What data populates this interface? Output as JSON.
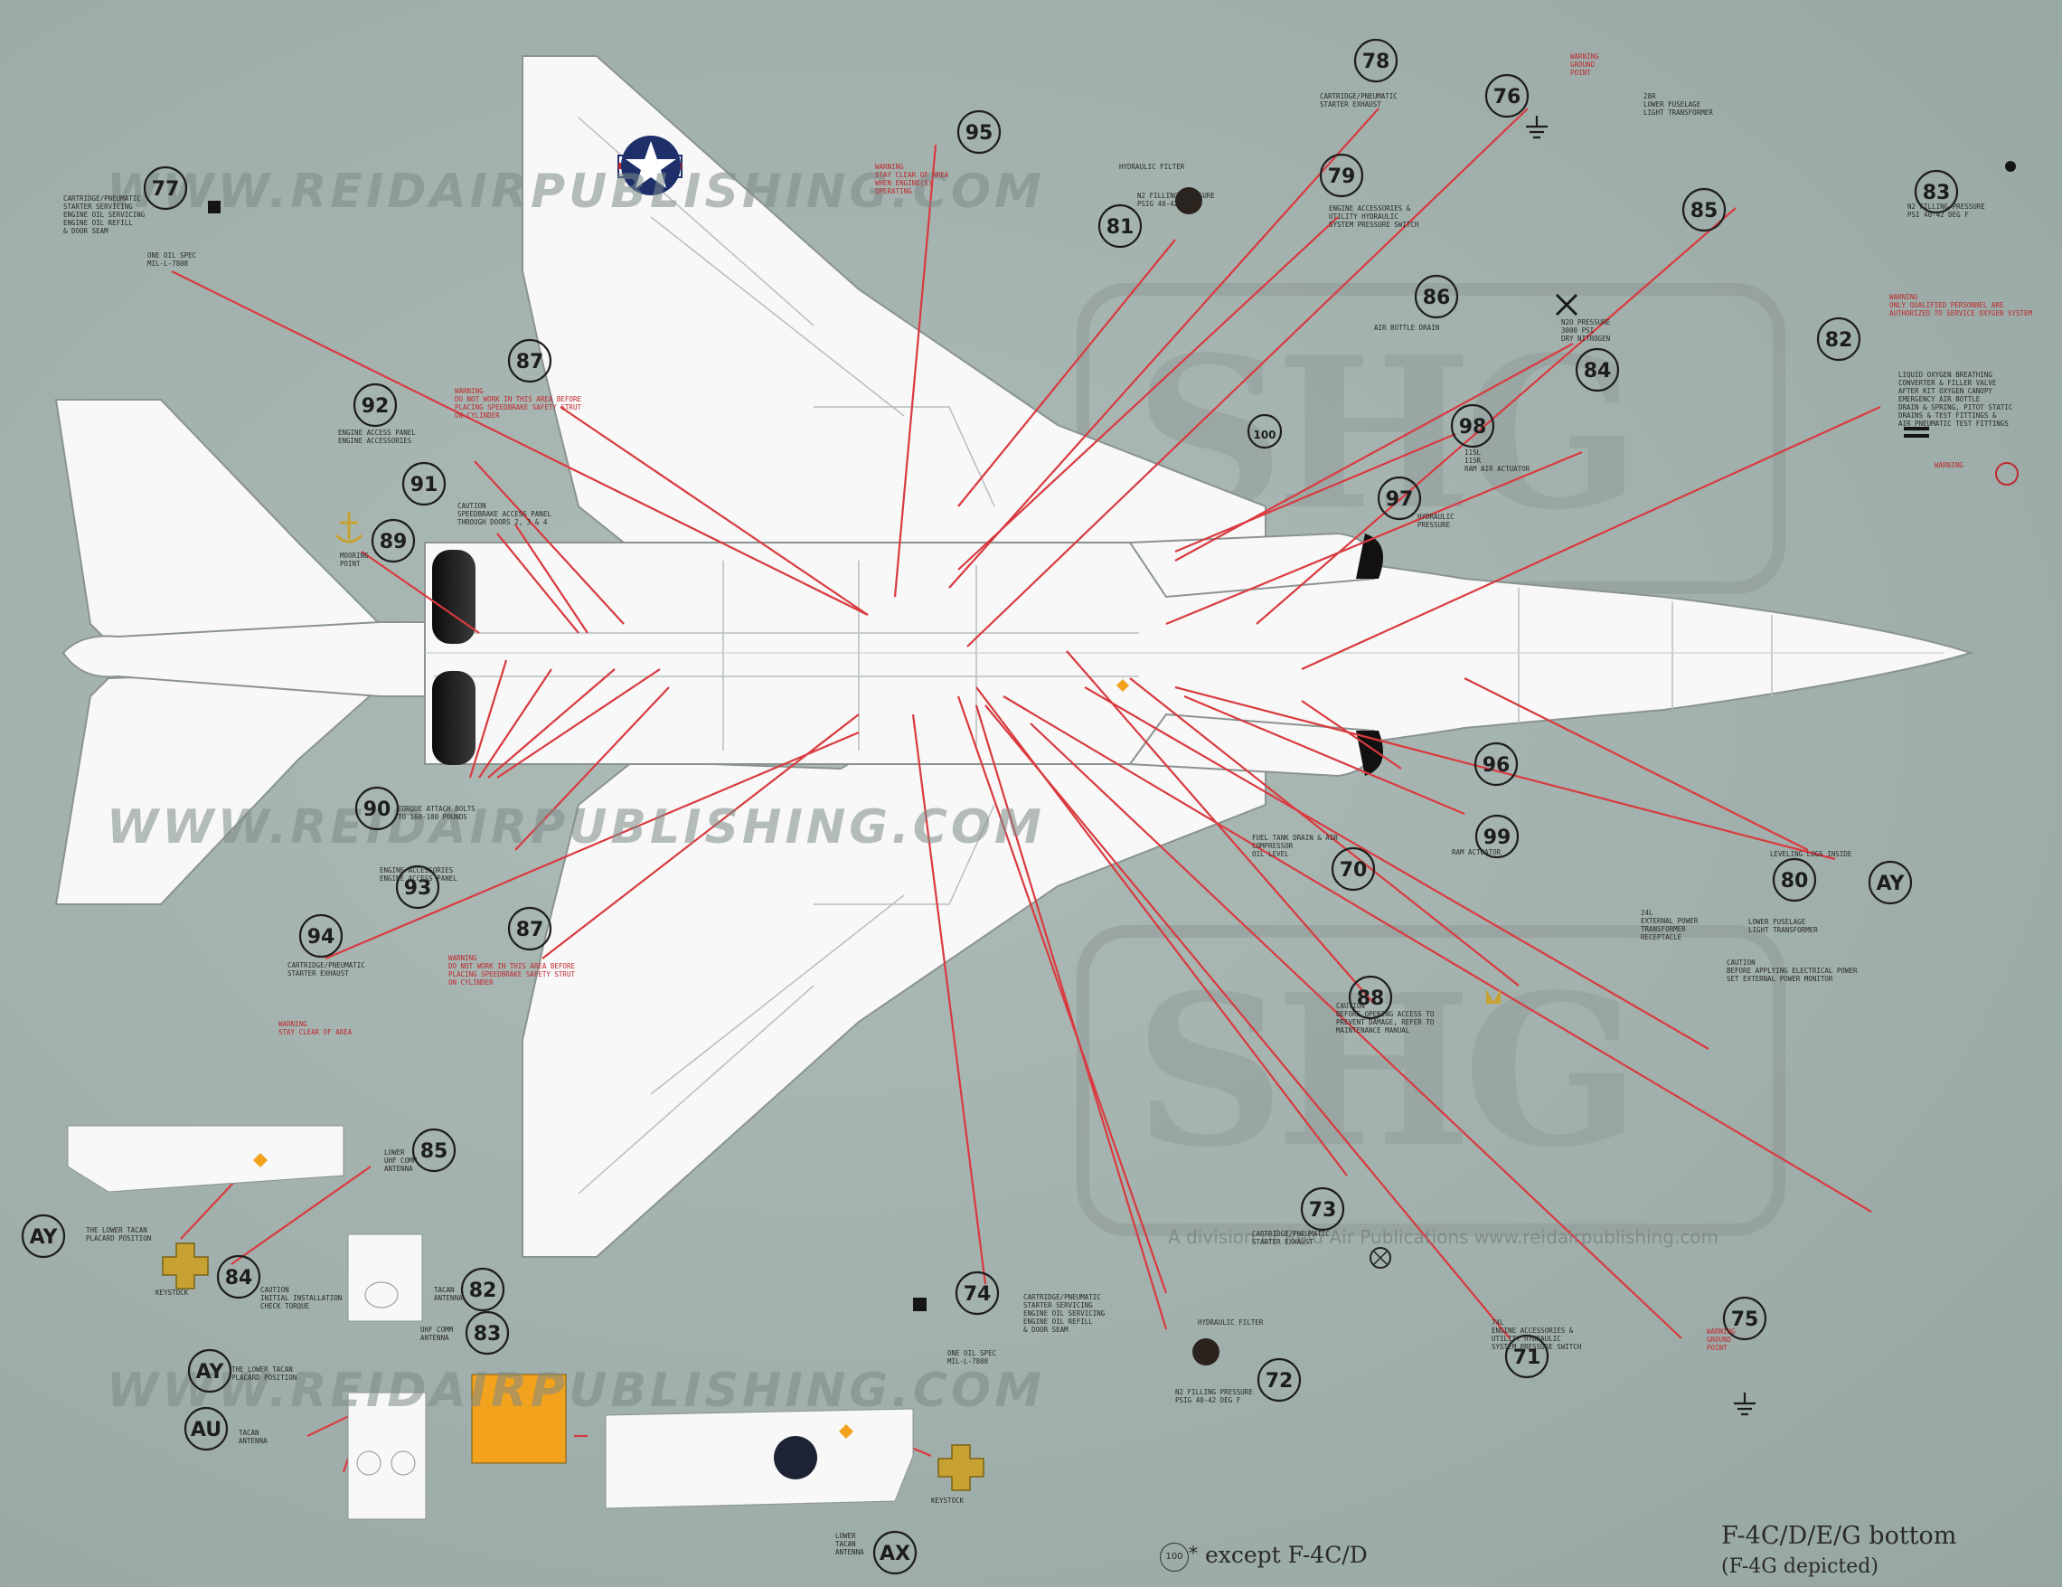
{
  "watermark": "WWW.REIDAIRPUBLISHING.COM",
  "logo_letters": "SHG",
  "logo_tagline": "A division of Reid Air Publications www.reidairpublishing.com",
  "caption": {
    "title": "F-4C/D/E/G bottom",
    "subtitle": "(F-4G depicted)"
  },
  "footnote": {
    "badge": "100",
    "text": "except F-4C/D"
  },
  "colors": {
    "background": "#a3b2ae",
    "leader_line": "#d93a3f",
    "airframe": "#f7f8f7",
    "outline": "#8a9392",
    "warning_red": "#c0282e",
    "decal_orange": "#f2a21c",
    "decal_gold": "#c7a232",
    "text": "#2a2a2a"
  },
  "callouts": [
    {
      "id": "78",
      "label": "78"
    },
    {
      "id": "76",
      "label": "76"
    },
    {
      "id": "95",
      "label": "95"
    },
    {
      "id": "77",
      "label": "77"
    },
    {
      "id": "81",
      "label": "81"
    },
    {
      "id": "79",
      "label": "79"
    },
    {
      "id": "85t",
      "label": "85"
    },
    {
      "id": "83t",
      "label": "83"
    },
    {
      "id": "86",
      "label": "86"
    },
    {
      "id": "84t",
      "label": "84"
    },
    {
      "id": "82t",
      "label": "82"
    },
    {
      "id": "87t",
      "label": "87"
    },
    {
      "id": "92",
      "label": "92"
    },
    {
      "id": "100",
      "label": "100"
    },
    {
      "id": "98",
      "label": "98"
    },
    {
      "id": "91",
      "label": "91"
    },
    {
      "id": "97",
      "label": "97"
    },
    {
      "id": "89",
      "label": "89"
    },
    {
      "id": "96",
      "label": "96"
    },
    {
      "id": "90",
      "label": "90"
    },
    {
      "id": "93",
      "label": "93"
    },
    {
      "id": "99",
      "label": "99"
    },
    {
      "id": "70",
      "label": "70"
    },
    {
      "id": "80",
      "label": "80"
    },
    {
      "id": "AYr",
      "label": "AY"
    },
    {
      "id": "94",
      "label": "94"
    },
    {
      "id": "87b",
      "label": "87"
    },
    {
      "id": "88",
      "label": "88"
    },
    {
      "id": "85b",
      "label": "85"
    },
    {
      "id": "AYl",
      "label": "AY"
    },
    {
      "id": "73",
      "label": "73"
    },
    {
      "id": "84b",
      "label": "84"
    },
    {
      "id": "82b",
      "label": "82"
    },
    {
      "id": "74",
      "label": "74"
    },
    {
      "id": "83b",
      "label": "83"
    },
    {
      "id": "75",
      "label": "75"
    },
    {
      "id": "71",
      "label": "71"
    },
    {
      "id": "72",
      "label": "72"
    },
    {
      "id": "AYb",
      "label": "AY"
    },
    {
      "id": "AU",
      "label": "AU"
    },
    {
      "id": "AX",
      "label": "AX"
    }
  ],
  "placards": [
    {
      "id": "p77",
      "color": "dark",
      "lines": [
        "CARTRIDGE/PNEUMATIC",
        "STARTER SERVICING",
        "ENGINE OIL SERVICING",
        "ENGINE OIL REFILL",
        "& DOOR SEAM"
      ]
    },
    {
      "id": "p77b",
      "color": "dark",
      "lines": [
        "ONE OIL SPEC",
        "MIL-L-7808"
      ]
    },
    {
      "id": "p95",
      "color": "red",
      "lines": [
        "WARNING",
        "STAY CLEAR OF AREA",
        "WHEN ENGINE(S)",
        "OPERATING"
      ]
    },
    {
      "id": "p81",
      "color": "dark",
      "lines": [
        "HYDRAULIC FILTER"
      ]
    },
    {
      "id": "p81b",
      "color": "dark",
      "lines": [
        "N2 FILLING PRESSURE",
        "PSIG 40-42 DEG F"
      ]
    },
    {
      "id": "p79",
      "color": "dark",
      "lines": [
        "ENGINE ACCESSORIES &",
        "UTILITY HYDRAULIC",
        "SYSTEM PRESSURE SWITCH"
      ]
    },
    {
      "id": "p78",
      "color": "dark",
      "lines": [
        "CARTRIDGE/PNEUMATIC",
        "STARTER EXHAUST"
      ]
    },
    {
      "id": "p76",
      "color": "red",
      "lines": [
        "WARNING",
        "GROUND",
        "POINT"
      ]
    },
    {
      "id": "p28r",
      "color": "dark",
      "lines": [
        "28R",
        "LOWER FUSELAGE",
        "LIGHT TRANSFORMER"
      ]
    },
    {
      "id": "p83",
      "color": "dark",
      "lines": [
        "N2 FILLING PRESSURE",
        "PSI 40-42 DEG F"
      ]
    },
    {
      "id": "p82",
      "color": "red",
      "lines": [
        "WARNING",
        "ONLY QUALIFIED PERSONNEL ARE",
        "AUTHORIZED TO SERVICE OXYGEN SYSTEM"
      ]
    },
    {
      "id": "p82b",
      "color": "dark",
      "lines": [
        "LIQUID OXYGEN BREATHING",
        "CONVERTER & FILLER VALVE",
        "AFTER KIT OXYGEN CANOPY",
        "EMERGENCY AIR BOTTLE",
        "DRAIN & SPRING, PITOT STATIC",
        "DRAINS & TEST FITTINGS &",
        "AIR PNEUMATIC TEST FITTINGS"
      ]
    },
    {
      "id": "p82w",
      "color": "red",
      "lines": [
        "WARNING"
      ]
    },
    {
      "id": "p86",
      "color": "dark",
      "lines": [
        "AIR BOTTLE DRAIN"
      ]
    },
    {
      "id": "p84",
      "color": "dark",
      "lines": [
        "N2O PRESSURE",
        "3000 PSI",
        "DRY NITROGEN"
      ]
    },
    {
      "id": "p87",
      "color": "red",
      "lines": [
        "WARNING",
        "DO NOT WORK IN THIS AREA BEFORE",
        "PLACING SPEEDBRAKE SAFETY STRUT",
        "ON CYLINDER"
      ]
    },
    {
      "id": "p92",
      "color": "dark",
      "lines": [
        "ENGINE ACCESS PANEL",
        "ENGINE ACCESSORIES"
      ]
    },
    {
      "id": "p91",
      "color": "dark",
      "lines": [
        "CAUTION",
        "SPEEDBRAKE ACCESS PANEL",
        "THROUGH DOORS 2, 3 & 4"
      ]
    },
    {
      "id": "p89",
      "color": "dark",
      "lines": [
        "MOORING",
        "POINT"
      ]
    },
    {
      "id": "p98",
      "color": "dark",
      "lines": [
        "115L",
        "115R",
        "RAM AIR ACTUATOR"
      ]
    },
    {
      "id": "p97",
      "color": "dark",
      "lines": [
        "HYDRAULIC",
        "PRESSURE"
      ]
    },
    {
      "id": "p90",
      "color": "dark",
      "lines": [
        "TORQUE ATTACH BOLTS",
        "TO 160-180 POUNDS"
      ]
    },
    {
      "id": "p93",
      "color": "dark",
      "lines": [
        "ENGINE ACCESSORIES",
        "ENGINE ACCESS PANEL"
      ]
    },
    {
      "id": "p70",
      "color": "dark",
      "lines": [
        "FUEL TANK DRAIN & AIR",
        "COMPRESSOR",
        "OIL LEVEL"
      ]
    },
    {
      "id": "p99",
      "color": "dark",
      "lines": [
        "RAM ACTUATOR"
      ]
    },
    {
      "id": "p80",
      "color": "dark",
      "lines": [
        "24L",
        "EXTERNAL POWER",
        "TRANSFORMER",
        "RECEPTACLE"
      ]
    },
    {
      "id": "p80b",
      "color": "dark",
      "lines": [
        "LOWER FUSELAGE",
        "LIGHT TRANSFORMER"
      ]
    },
    {
      "id": "pcaution",
      "color": "dark",
      "lines": [
        "CAUTION",
        "BEFORE APPLYING ELECTRICAL POWER",
        "SET EXTERNAL POWER MONITOR"
      ]
    },
    {
      "id": "pAYr",
      "color": "dark",
      "lines": [
        "LEVELING LUGS INSIDE"
      ]
    },
    {
      "id": "p94",
      "color": "dark",
      "lines": [
        "CARTRIDGE/PNEUMATIC",
        "STARTER EXHAUST"
      ]
    },
    {
      "id": "p87b",
      "color": "red",
      "lines": [
        "WARNING",
        "DO NOT WORK IN THIS AREA BEFORE",
        "PLACING SPEEDBRAKE SAFETY STRUT",
        "ON CYLINDER"
      ]
    },
    {
      "id": "p94w",
      "color": "red",
      "lines": [
        "WARNING",
        "STAY CLEAR OF AREA"
      ]
    },
    {
      "id": "p88",
      "color": "dark",
      "lines": [
        "CAUTION",
        "BEFORE OPENING ACCESS TO",
        "PREVENT DAMAGE, REFER TO",
        "MAINTENANCE MANUAL"
      ]
    },
    {
      "id": "p73",
      "color": "dark",
      "lines": [
        "CARTRIDGE/PNEUMATIC",
        "STARTER EXHAUST"
      ]
    },
    {
      "id": "p74",
      "color": "dark",
      "lines": [
        "CARTRIDGE/PNEUMATIC",
        "STARTER SERVICING",
        "ENGINE OIL SERVICING",
        "ENGINE OIL REFILL",
        "& DOOR SEAM"
      ]
    },
    {
      "id": "p74b",
      "color": "dark",
      "lines": [
        "ONE OIL SPEC",
        "MIL-L-7808"
      ]
    },
    {
      "id": "p72",
      "color": "dark",
      "lines": [
        "HYDRAULIC FILTER"
      ]
    },
    {
      "id": "p72b",
      "color": "dark",
      "lines": [
        "N2 FILLING PRESSURE",
        "PSIG 40-42 DEG F"
      ]
    },
    {
      "id": "p71",
      "color": "dark",
      "lines": [
        "74L",
        "ENGINE ACCESSORIES &",
        "UTILITY HYDRAULIC",
        "SYSTEM PRESSURE SWITCH"
      ]
    },
    {
      "id": "p75",
      "color": "red",
      "lines": [
        "WARNING",
        "GROUND",
        "POINT"
      ]
    },
    {
      "id": "p84b",
      "color": "dark",
      "lines": [
        "CAUTION",
        "INITIAL INSTALLATION",
        "CHECK TORQUE"
      ]
    },
    {
      "id": "pAX",
      "color": "dark",
      "lines": [
        "LOWER",
        "TACAN",
        "ANTENNA"
      ]
    },
    {
      "id": "pAU",
      "color": "dark",
      "lines": [
        "TACAN",
        "ANTENNA"
      ]
    },
    {
      "id": "p85b",
      "color": "dark",
      "lines": [
        "LOWER",
        "UHF COMM",
        "ANTENNA"
      ]
    },
    {
      "id": "pAYl",
      "color": "dark",
      "lines": [
        "THE LOWER TACAN",
        "PLACARD POSITION"
      ]
    },
    {
      "id": "pAYb",
      "color": "dark",
      "lines": [
        "THE LOWER TACAN",
        "PLACARD POSITION"
      ]
    },
    {
      "id": "pkey1",
      "color": "dark",
      "lines": [
        "KEYSTOCK"
      ]
    },
    {
      "id": "pkey2",
      "color": "dark",
      "lines": [
        "KEYSTOCK"
      ]
    },
    {
      "id": "p83b",
      "color": "dark",
      "lines": [
        "UHF COMM",
        "ANTENNA"
      ]
    },
    {
      "id": "p82c",
      "color": "dark",
      "lines": [
        "TACAN",
        "ANTENNA"
      ]
    }
  ]
}
